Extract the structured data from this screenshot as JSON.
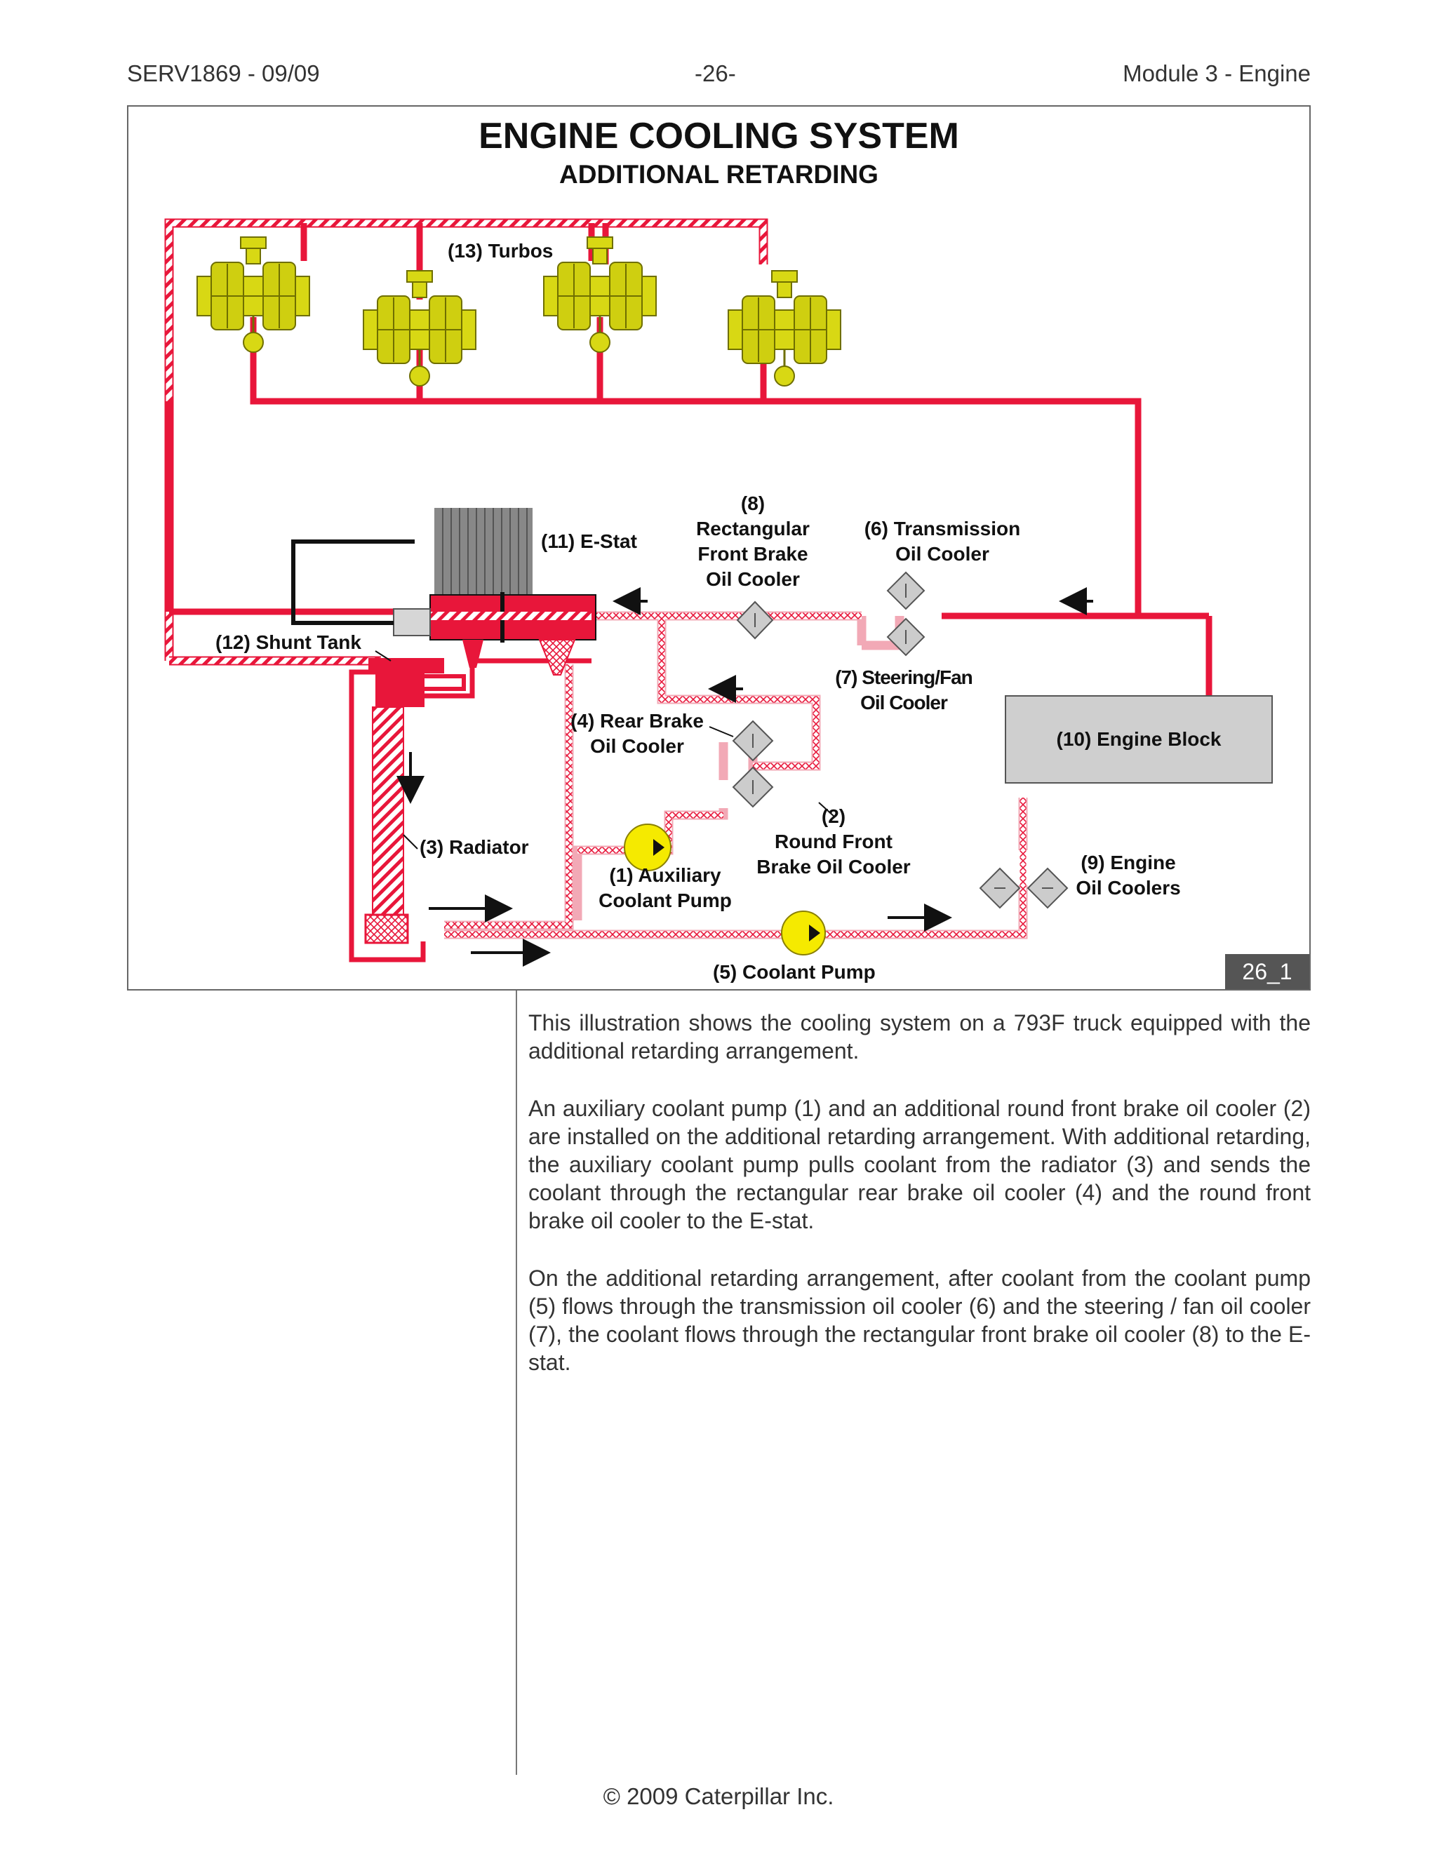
{
  "header": {
    "left": "SERV1869 - 09/09",
    "center": "-26-",
    "right": "Module 3 - Engine"
  },
  "figure": {
    "title": "ENGINE COOLING SYSTEM",
    "subtitle": "ADDITIONAL RETARDING",
    "number": "26_1",
    "labels": {
      "turbos": "(13) Turbos",
      "estat": "(11) E-Stat",
      "rect_front_1": "(8)",
      "rect_front_2": "Rectangular",
      "rect_front_3": "Front Brake",
      "rect_front_4": "Oil Cooler",
      "trans_1": "(6) Transmission",
      "trans_2": "Oil Cooler",
      "shunt": "(12) Shunt Tank",
      "steering_1": "(7) Steering/Fan",
      "steering_2": "Oil  Cooler",
      "rear_brake_1": "(4) Rear Brake",
      "rear_brake_2": "Oil Cooler",
      "engine_block": "(10) Engine Block",
      "round_front_1": "(2)",
      "round_front_2": "Round Front",
      "round_front_3": "Brake Oil Cooler",
      "radiator": "(3) Radiator",
      "aux_pump_1": "(1) Auxiliary",
      "aux_pump_2": "Coolant Pump",
      "engine_oil_1": "(9) Engine",
      "engine_oil_2": "Oil Coolers",
      "coolant_pump": "(5) Coolant Pump"
    },
    "colors": {
      "hot_line": "#e8163a",
      "cool_line": "#f2a9b6",
      "turbo": "#d8d814",
      "pump": "#f5ea00",
      "cooler": "#cccccc",
      "block": "#cfcfcf"
    }
  },
  "body": {
    "paragraphs": [
      "This illustration shows the cooling system on a 793F truck equipped with the additional retarding arrangement.",
      "An auxiliary coolant pump (1) and an additional round front brake oil cooler (2) are installed on the additional retarding arrangement.  With additional retarding, the auxiliary coolant pump pulls coolant from the radiator (3) and sends the coolant through the rectangular rear brake oil cooler (4) and the round front brake oil cooler to the E-stat.",
      "On the additional retarding arrangement, after coolant from the coolant pump (5) flows through the transmission oil cooler (6) and the steering / fan oil cooler (7), the coolant flows through the rectangular front brake oil cooler (8) to the E-stat."
    ]
  },
  "footer": "© 2009 Caterpillar Inc."
}
